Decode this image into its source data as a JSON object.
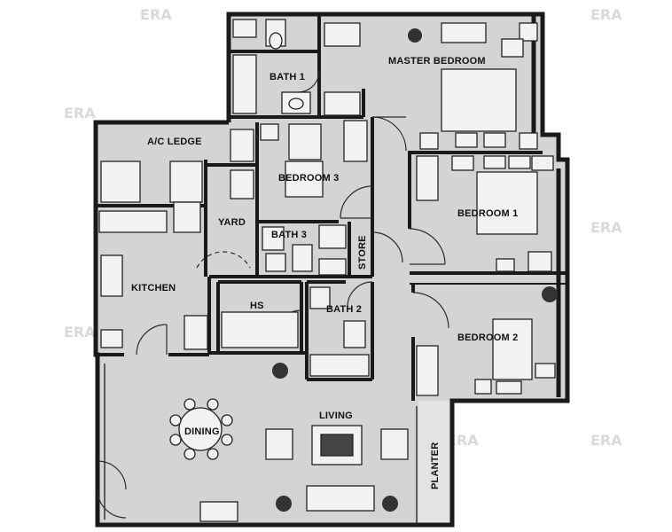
{
  "rooms": {
    "bath1": "BATH 1",
    "master_bedroom": "MASTER BEDROOM",
    "ac_ledge": "A/C LEDGE",
    "bedroom3": "BEDROOM 3",
    "yard": "YARD",
    "bedroom1": "BEDROOM 1",
    "bath3": "BATH 3",
    "store": "STORE",
    "kitchen": "KITCHEN",
    "hs": "HS",
    "bath2": "BATH 2",
    "bedroom2": "BEDROOM 2",
    "dining": "DINING",
    "living": "LIVING",
    "planter": "PLANTER"
  },
  "watermark": "ERA",
  "colors": {
    "floor": "#d4d4d4",
    "wall": "#1a1a1a",
    "furniture": "#f2f2f2"
  }
}
